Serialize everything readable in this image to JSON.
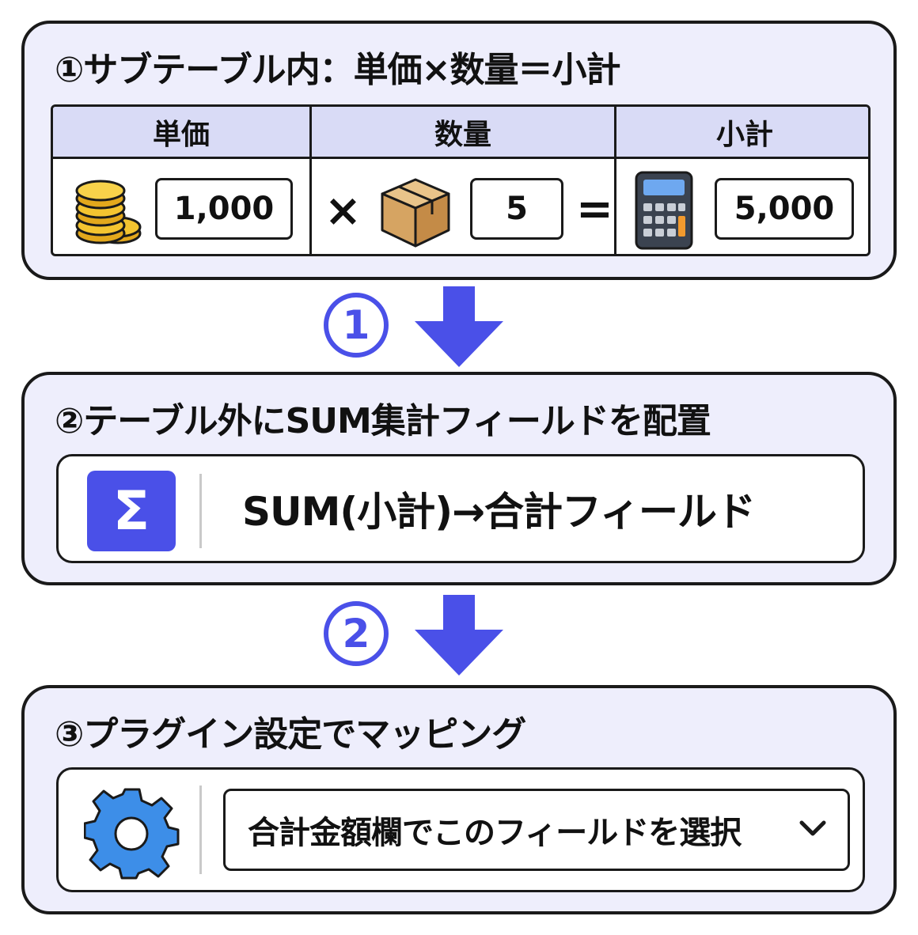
{
  "step1": {
    "title": "①サブテーブル内：単価×数量＝小計",
    "headers": {
      "unit_price": "単価",
      "quantity": "数量",
      "subtotal": "小計"
    },
    "values": {
      "unit_price": "1,000",
      "quantity": "5",
      "subtotal": "5,000"
    },
    "operators": {
      "multiply": "×",
      "equals": "="
    }
  },
  "connector1": {
    "number": "1"
  },
  "step2": {
    "title": "②テーブル外にSUM集計フィールドを配置",
    "sigma": "Σ",
    "formula": "SUM(小計)→合計フィールド"
  },
  "connector2": {
    "number": "2"
  },
  "step3": {
    "title": "③プラグイン設定でマッピング",
    "select_value": "合計金額欄でこのフィールドを選択"
  },
  "colors": {
    "accent": "#4a50e8",
    "panel_bg": "#eeeefc",
    "header_bg": "#d9dbf6",
    "gear": "#3d8ee8"
  },
  "icons": [
    "coins-icon",
    "box-icon",
    "calculator-icon",
    "down-arrow-icon",
    "sigma-icon",
    "gear-icon",
    "chevron-down-icon"
  ]
}
